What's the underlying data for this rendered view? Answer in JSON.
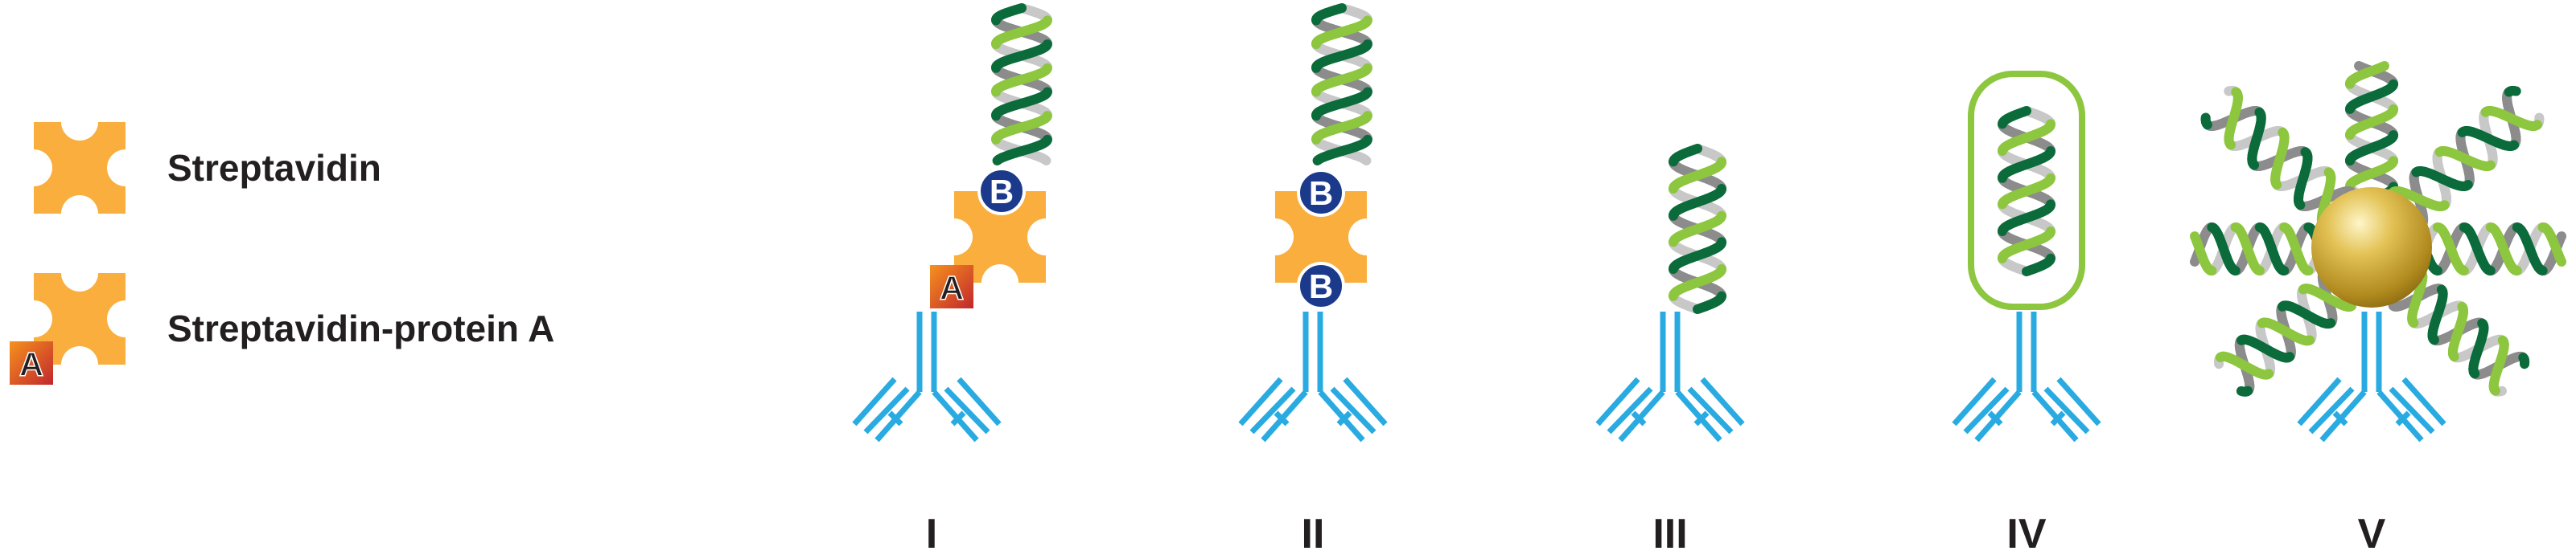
{
  "legend": {
    "streptavidin_label": "Streptavidin",
    "streptavidin_protein_a_label": "Streptavidin-protein A",
    "protein_a_letter": "A"
  },
  "badges": {
    "biotin_letter": "B",
    "protein_a_letter": "A"
  },
  "panels": [
    {
      "id": "I",
      "label": "I"
    },
    {
      "id": "II",
      "label": "II"
    },
    {
      "id": "III",
      "label": "III"
    },
    {
      "id": "IV",
      "label": "IV"
    },
    {
      "id": "V",
      "label": "V"
    }
  ],
  "colors": {
    "streptavidin": "#f9ae3d",
    "antibody": "#29abe2",
    "biotin": "#1b3a8c",
    "protein_a_light": "#f6921e",
    "protein_a_dark": "#c1272d",
    "dna_dark_green": "#0b6b3a",
    "dna_light_green": "#8dc63f",
    "dna_grey": "#8c8c8c",
    "dna_light_grey": "#c8c8c8",
    "gold": "#c8a430",
    "label_text": "#231f20"
  },
  "icons": {
    "streptavidin": "streptavidin-icon",
    "protein_a": "protein-a-icon",
    "biotin": "biotin-icon",
    "antibody": "antibody-icon",
    "dna": "dna-helix-icon",
    "capsule": "capsule-icon",
    "nanoparticle": "gold-nanoparticle-icon"
  }
}
